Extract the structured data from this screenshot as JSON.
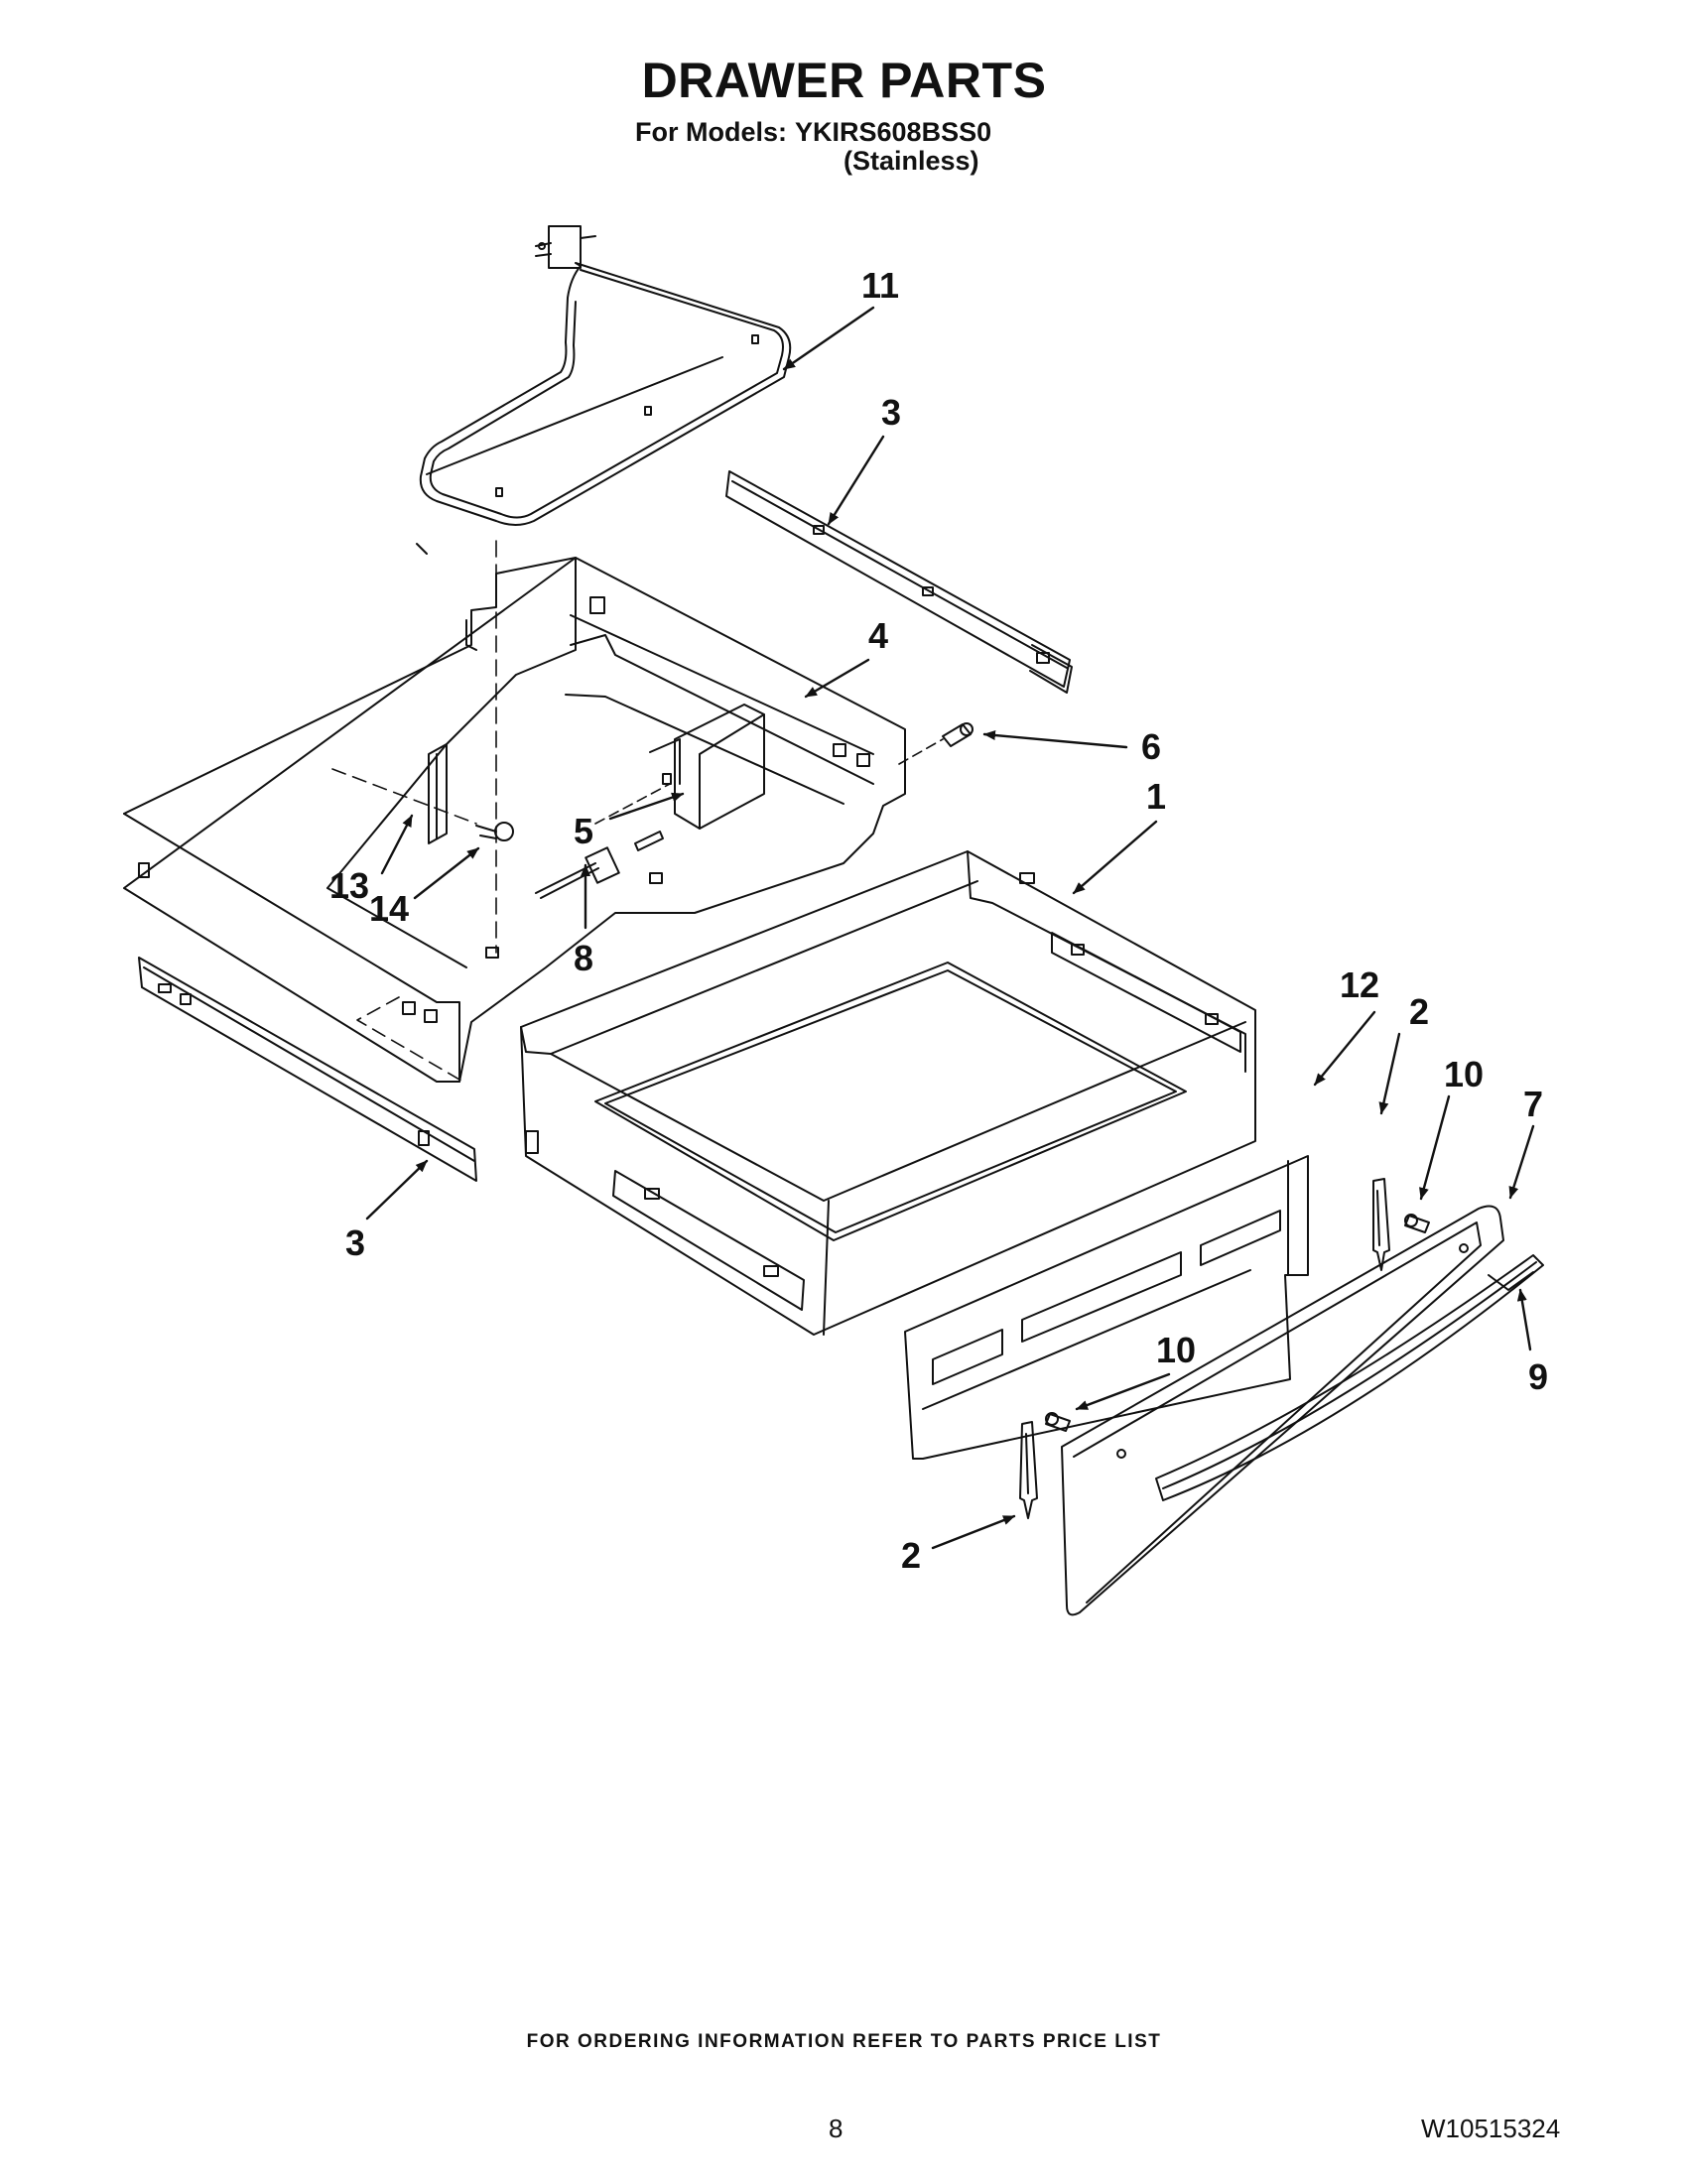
{
  "header": {
    "title": "DRAWER PARTS",
    "models_label": "For Models:",
    "model_number": "YKIRS608BSS0",
    "finish": "(Stainless)"
  },
  "callouts": [
    {
      "id": "c11",
      "label": "11"
    },
    {
      "id": "c3a",
      "label": "3"
    },
    {
      "id": "c4",
      "label": "4"
    },
    {
      "id": "c6",
      "label": "6"
    },
    {
      "id": "c5",
      "label": "5"
    },
    {
      "id": "c1",
      "label": "1"
    },
    {
      "id": "c13",
      "label": "13"
    },
    {
      "id": "c14",
      "label": "14"
    },
    {
      "id": "c8",
      "label": "8"
    },
    {
      "id": "c12",
      "label": "12"
    },
    {
      "id": "c2a",
      "label": "2"
    },
    {
      "id": "c10a",
      "label": "10"
    },
    {
      "id": "c7",
      "label": "7"
    },
    {
      "id": "c3b",
      "label": "3"
    },
    {
      "id": "c9",
      "label": "9"
    },
    {
      "id": "c10b",
      "label": "10"
    },
    {
      "id": "c2b",
      "label": "2"
    }
  ],
  "footer": {
    "ordering_note": "FOR ORDERING INFORMATION REFER TO PARTS PRICE LIST",
    "page_number": "8",
    "document_number": "W10515324"
  }
}
